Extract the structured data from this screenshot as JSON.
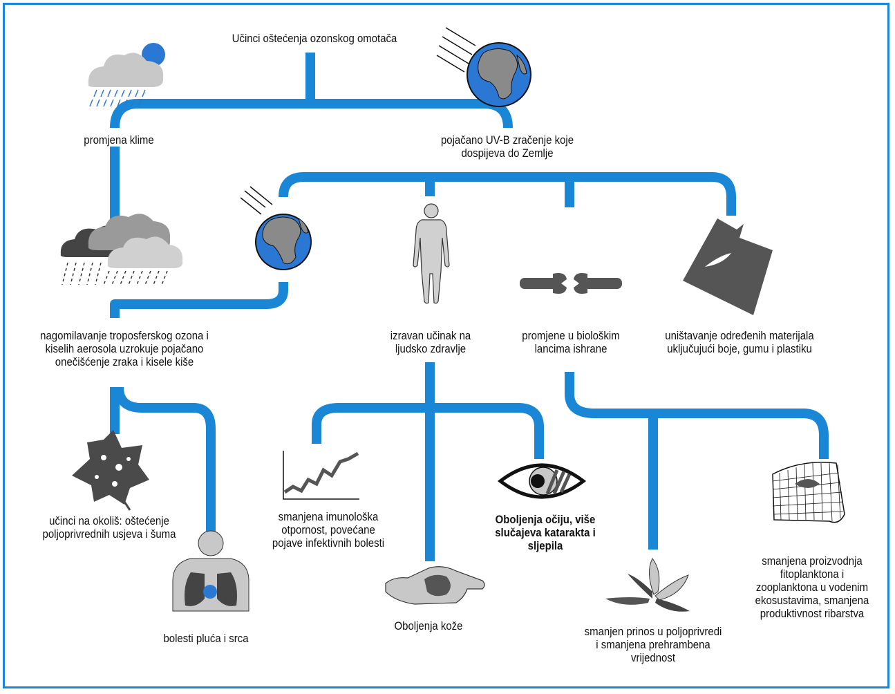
{
  "title": "Učinci oštećenja ozonskog omotača",
  "colors": {
    "connector": "#1a86d6",
    "frame": "#1a86d6",
    "icon_dark": "#555555",
    "icon_light": "#c8c8c8",
    "ocean": "#2b78d4"
  },
  "nodes": {
    "climate_change": "promjena klime",
    "uvb": "pojačano UV-B zračenje koje dospijeva do Zemlje",
    "tropospheric_ozone": "nagomilavanje troposferskog ozona i kiselih aerosola uzrokuje pojačano onečišćenje zraka i kisele kiše",
    "human_health": "izravan učinak na ljudsko zdravlje",
    "food_chain": "promjene u biološkim lancima ishrane",
    "materials": "uništavanje određenih materijala uključujući boje, gumu i plastiku",
    "environment": "učinci na okoliš: oštećenje poljoprivrednih usjeva i šuma",
    "lungs_heart": "bolesti pluća i srca",
    "immunity": "smanjena imunološka otpornost, povećane pojave infektivnih bolesti",
    "skin": "Oboljenja kože",
    "eyes": "Oboljenja očiju, više slučajeva katarakta i sljepila",
    "crops": "smanjen prinos u poljoprivredi i smanjena prehrambena vrijednost",
    "plankton": "smanjena proizvodnja fitoplanktona i zooplanktona u vodenim ekosustavima, smanjena produktivnost ribarstva"
  },
  "icons": [
    "rain-cloud-sun-icon",
    "globe-uv-rays-icon",
    "storm-clouds-icon",
    "globe-icon",
    "human-figure-icon",
    "broken-chain-icon",
    "damaged-material-icon",
    "damaged-leaf-icon",
    "lungs-torso-icon",
    "line-graph-icon",
    "hand-skin-icon",
    "eye-icon",
    "plant-icon",
    "plankton-net-icon"
  ]
}
